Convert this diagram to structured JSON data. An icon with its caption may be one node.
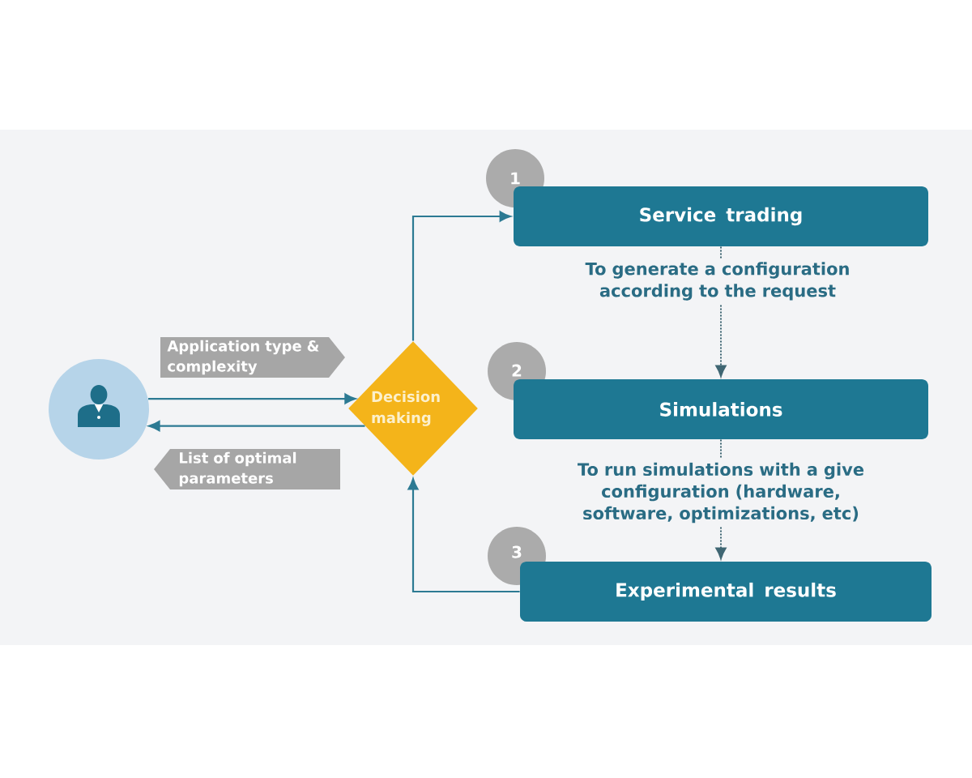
{
  "diagram": {
    "nodes": [
      {
        "text": [],
        "shape": "person"
      },
      {
        "text": [
          "Decision making"
        ]
      },
      {
        "text": [
          "1"
        ]
      },
      {
        "text": [
          "Service trading"
        ]
      },
      {
        "text": [
          "2"
        ]
      },
      {
        "text": [
          "Simulations"
        ]
      },
      {
        "text": [
          "3"
        ]
      },
      {
        "text": [
          "Experimental results"
        ]
      }
    ],
    "edges": [
      {
        "from": 0,
        "to": 1,
        "arrow": "to",
        "label": "Application type & complexity"
      },
      {
        "from": 1,
        "to": 0,
        "arrow": "to",
        "label": "List of optimal parameters"
      },
      {
        "from": 1,
        "to": 3,
        "arrow": "to"
      },
      {
        "from": 3,
        "to": 5,
        "arrow": "to",
        "style": "dashed",
        "label": "To generate a configuration according to the request"
      },
      {
        "from": 5,
        "to": 7,
        "arrow": "to",
        "style": "dashed",
        "label": "To run simulations with a give configuration (hardware, software, optimizations, etc)"
      },
      {
        "from": 7,
        "to": 1,
        "arrow": "to"
      }
    ]
  }
}
